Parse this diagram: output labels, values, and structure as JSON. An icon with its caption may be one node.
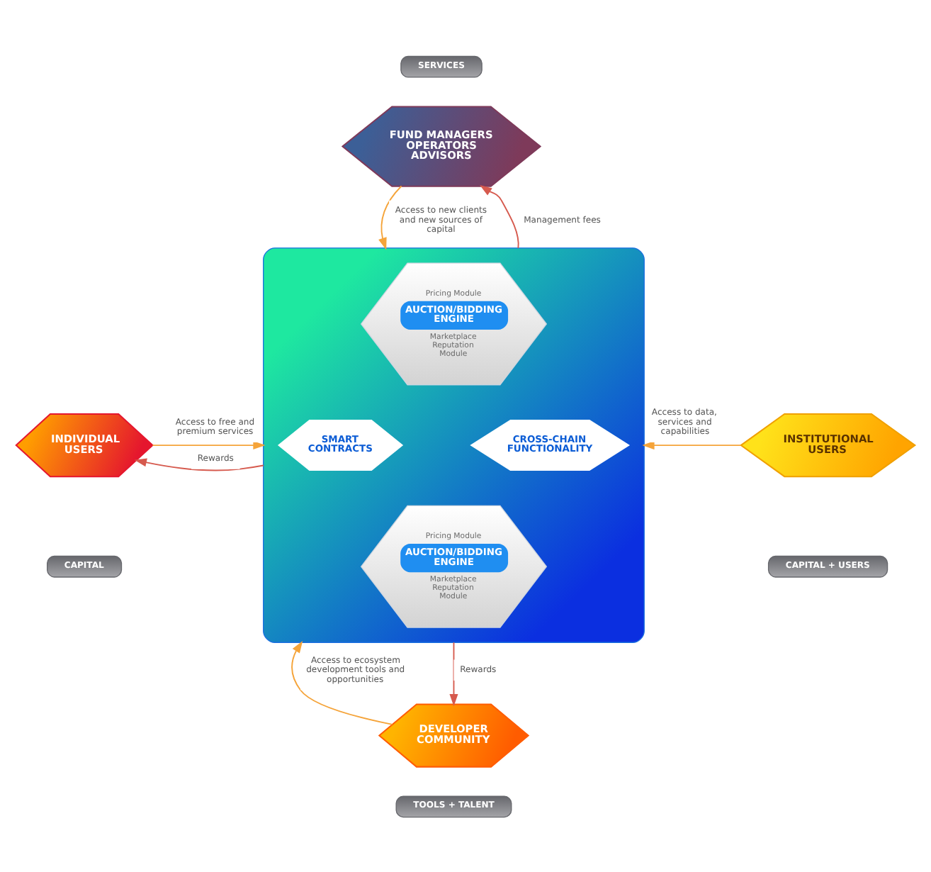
{
  "diagram": {
    "nodes": [
      {
        "text": [
          "SERVICES"
        ]
      },
      {
        "text": [
          "FUND MANAGERS OPERATORS ADVISORS"
        ]
      },
      {
        "text": [],
        "shape": "hexagon"
      },
      {
        "text": [
          "Pricing Module",
          "AUCTION/BIDDING ENGINE",
          "Marketplace Reputation Module"
        ],
        "in": 2
      },
      {
        "text": [
          "SMART CONTRACTS"
        ],
        "in": 2
      },
      {
        "text": [
          "CROSS-CHAIN FUNCTIONALITY"
        ],
        "in": 2
      },
      {
        "text": [
          "Pricing Module",
          "AUCTION/BIDDING ENGINE",
          "Marketplace Reputation Module"
        ],
        "in": 2
      },
      {
        "text": [
          "INDIVIDUAL USERS"
        ]
      },
      {
        "text": [
          "CAPITAL"
        ]
      },
      {
        "text": [
          "INSTITUTIONAL USERS"
        ]
      },
      {
        "text": [
          "CAPITAL + USERS"
        ]
      },
      {
        "text": [
          "DEVELOPER COMMUNITY"
        ]
      },
      {
        "text": [
          "TOOLS + TALENT"
        ]
      }
    ],
    "edges": [
      {
        "from": 1,
        "to": 2,
        "arrow": "to",
        "label": "Access to new clients and new sources of capital"
      },
      {
        "from": 2,
        "to": 1,
        "arrow": "to",
        "label": "Management fees",
        "color": "#d65a4e"
      },
      {
        "from": 7,
        "to": 2,
        "arrow": "to",
        "label": "Access to free and premium services"
      },
      {
        "from": 2,
        "to": 7,
        "arrow": "to",
        "label": "Rewards",
        "color": "#d65a4e"
      },
      {
        "from": 9,
        "to": 2,
        "arrow": "to",
        "label": "Access to data, services and capabilities"
      },
      {
        "from": 11,
        "to": 2,
        "arrow": "to",
        "label": "Access to ecosystem development tools and opportunities"
      },
      {
        "from": 2,
        "to": 11,
        "arrow": "to",
        "label": "Rewards",
        "color": "#d65a4e"
      }
    ]
  }
}
